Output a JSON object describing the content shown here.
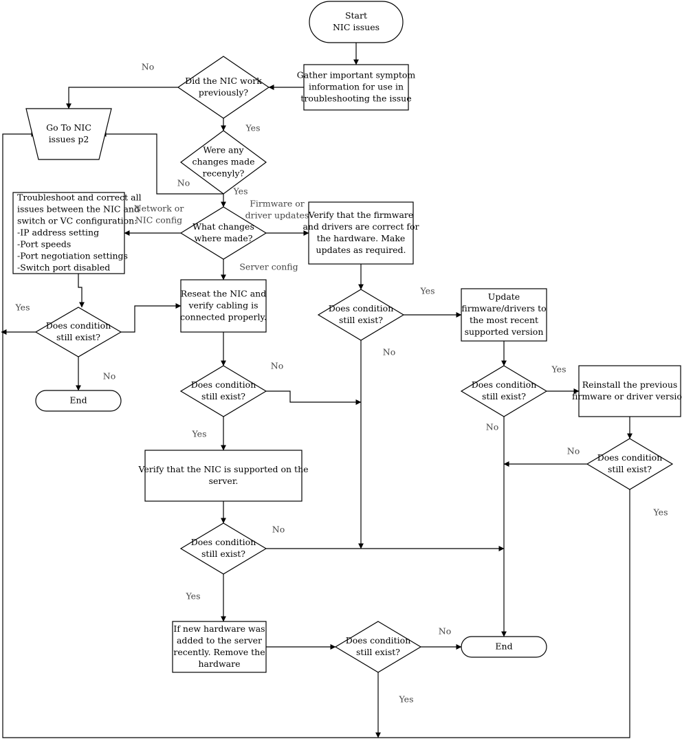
{
  "nodes": [
    {
      "id": "start",
      "lines": [
        "Start",
        "NIC issues"
      ]
    },
    {
      "id": "gather",
      "lines": [
        "Gather important symptom",
        "information for use in",
        "troubleshooting the issue"
      ]
    },
    {
      "id": "worked",
      "lines": [
        "Did the NIC work",
        "previously?"
      ]
    },
    {
      "id": "goto",
      "lines": [
        "Go To NIC",
        "issues p2"
      ]
    },
    {
      "id": "changes",
      "lines": [
        "Were any",
        "changes made",
        "recenyly?"
      ]
    },
    {
      "id": "what",
      "lines": [
        "What changes",
        "where made?"
      ]
    },
    {
      "id": "troubleshoot",
      "lines": [
        "Troubleshoot and correct all",
        "issues between the NIC and",
        "switch or VC configuration:",
        "-IP address setting",
        "-Port speeds",
        "-Port negotiation settings",
        "-Switch port disabled"
      ]
    },
    {
      "id": "verify_fw",
      "lines": [
        "Verify that the firmware",
        "and drivers are correct for",
        "the hardware. Make",
        "updates as required."
      ]
    },
    {
      "id": "reseat",
      "lines": [
        "Reseat the NIC and",
        "verify cabling is",
        "connected properly."
      ]
    },
    {
      "id": "cond_left",
      "lines": [
        "Does condition",
        "still exist?"
      ]
    },
    {
      "id": "end_left",
      "lines": [
        "End"
      ]
    },
    {
      "id": "cond_fw",
      "lines": [
        "Does condition",
        "still exist?"
      ]
    },
    {
      "id": "update",
      "lines": [
        "Update",
        "firmware/drivers to",
        "the most recent",
        "supported version"
      ]
    },
    {
      "id": "cond_reseat",
      "lines": [
        "Does condition",
        "still exist?"
      ]
    },
    {
      "id": "cond_update",
      "lines": [
        "Does condition",
        "still exist?"
      ]
    },
    {
      "id": "reinstall",
      "lines": [
        "Reinstall the previous",
        "firmware or driver version"
      ]
    },
    {
      "id": "cond_reinstall",
      "lines": [
        "Does condition",
        "still exist?"
      ]
    },
    {
      "id": "verify_nic",
      "lines": [
        "Verify that the NIC is supported on the",
        "server."
      ]
    },
    {
      "id": "cond_verify",
      "lines": [
        "Does condition",
        "still exist?"
      ]
    },
    {
      "id": "new_hw",
      "lines": [
        "If new hardware was",
        "added to the server",
        "recently. Remove the",
        "hardware"
      ]
    },
    {
      "id": "cond_hw",
      "lines": [
        "Does condition",
        "still exist?"
      ]
    },
    {
      "id": "end_main",
      "lines": [
        "End"
      ]
    }
  ],
  "edges": [
    {
      "id": "e-start-gather",
      "from": "start",
      "to": "gather",
      "label": ""
    },
    {
      "id": "e-gather-worked",
      "from": "gather",
      "to": "worked",
      "label": ""
    },
    {
      "id": "e-worked-goto",
      "from": "worked",
      "to": "goto",
      "label": "No"
    },
    {
      "id": "e-worked-changes",
      "from": "worked",
      "to": "changes",
      "label": "Yes"
    },
    {
      "id": "e-changes-goto",
      "from": "changes",
      "to": "goto",
      "label": "No"
    },
    {
      "id": "e-changes-what",
      "from": "changes",
      "to": "what",
      "label": "Yes"
    },
    {
      "id": "e-what-troubleshoot",
      "from": "what",
      "to": "troubleshoot",
      "label": "Network or\nNIC config"
    },
    {
      "id": "e-what-verifyfw",
      "from": "what",
      "to": "verify_fw",
      "label": "Firmware or\ndriver updates"
    },
    {
      "id": "e-what-reseat",
      "from": "what",
      "to": "reseat",
      "label": "Server config"
    },
    {
      "id": "e-troubleshoot-condleft",
      "from": "troubleshoot",
      "to": "cond_left",
      "label": ""
    },
    {
      "id": "e-condleft-yes",
      "from": "cond_left",
      "to": "goto",
      "label": "Yes"
    },
    {
      "id": "e-condleft-reseat",
      "from": "cond_left",
      "to": "reseat",
      "label": ""
    },
    {
      "id": "e-condleft-end",
      "from": "cond_left",
      "to": "end_left",
      "label": "No"
    },
    {
      "id": "e-verifyfw-condfw",
      "from": "verify_fw",
      "to": "cond_fw",
      "label": ""
    },
    {
      "id": "e-condfw-update",
      "from": "cond_fw",
      "to": "update",
      "label": "Yes"
    },
    {
      "id": "e-condfw-no",
      "from": "cond_fw",
      "to": "end_main",
      "label": "No"
    },
    {
      "id": "e-reseat-condreseat",
      "from": "reseat",
      "to": "cond_reseat",
      "label": ""
    },
    {
      "id": "e-condreseat-no",
      "from": "cond_reseat",
      "to": "end_main",
      "label": "No"
    },
    {
      "id": "e-condreseat-verifynic",
      "from": "cond_reseat",
      "to": "verify_nic",
      "label": "Yes"
    },
    {
      "id": "e-update-condupdate",
      "from": "update",
      "to": "cond_update",
      "label": ""
    },
    {
      "id": "e-condupdate-reinstall",
      "from": "cond_update",
      "to": "reinstall",
      "label": "Yes"
    },
    {
      "id": "e-condupdate-end",
      "from": "cond_update",
      "to": "end_main",
      "label": "No"
    },
    {
      "id": "e-reinstall-condreinstall",
      "from": "reinstall",
      "to": "cond_reinstall",
      "label": ""
    },
    {
      "id": "e-condreinstall-no",
      "from": "cond_reinstall",
      "to": "end_main",
      "label": "No"
    },
    {
      "id": "e-condreinstall-yes",
      "from": "cond_reinstall",
      "to": "goto",
      "label": "Yes"
    },
    {
      "id": "e-verifynic-condverify",
      "from": "verify_nic",
      "to": "cond_verify",
      "label": ""
    },
    {
      "id": "e-condverify-no",
      "from": "cond_verify",
      "to": "end_main",
      "label": "No"
    },
    {
      "id": "e-condverify-newhw",
      "from": "cond_verify",
      "to": "new_hw",
      "label": "Yes"
    },
    {
      "id": "e-newhw-condhw",
      "from": "new_hw",
      "to": "cond_hw",
      "label": ""
    },
    {
      "id": "e-condhw-end",
      "from": "cond_hw",
      "to": "end_main",
      "label": "No"
    },
    {
      "id": "e-condhw-yes",
      "from": "cond_hw",
      "to": "goto",
      "label": "Yes"
    }
  ]
}
